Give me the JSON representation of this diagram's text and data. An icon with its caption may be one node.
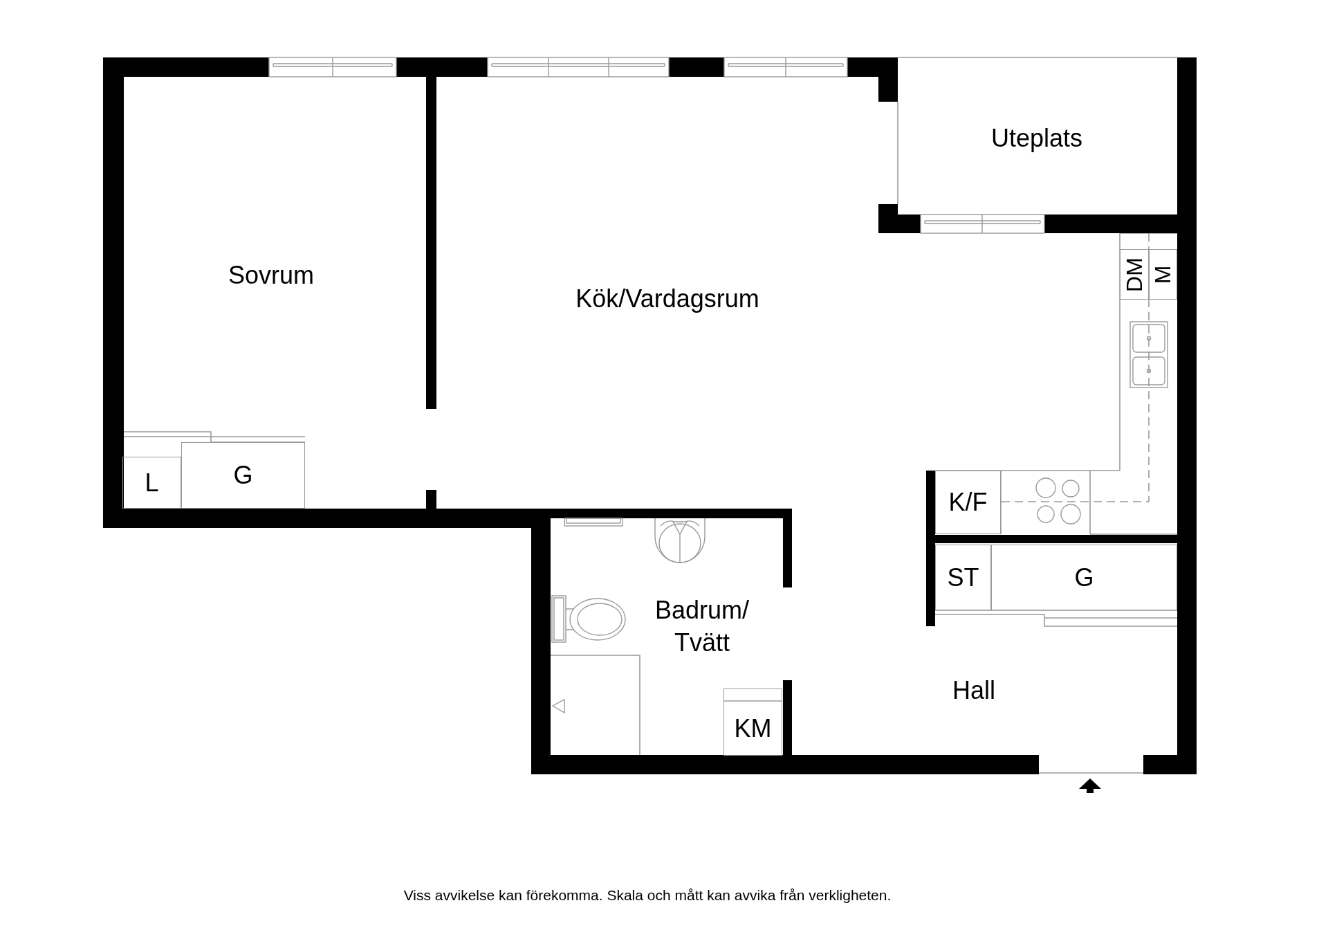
{
  "diagram": {
    "caption": "Viss avvikelse kan förekomma. Skala och mått kan avvika från verkligheten.",
    "nodes": [
      {
        "text": [
          "L"
        ]
      },
      {
        "text": [
          "G"
        ]
      },
      {
        "text": [
          "DM"
        ]
      },
      {
        "text": [
          "M"
        ]
      },
      {
        "text": [
          "K/F"
        ]
      },
      {
        "text": [
          "ST"
        ]
      },
      {
        "text": [
          "G"
        ]
      },
      {
        "text": [
          "KM"
        ]
      }
    ],
    "labels": [
      "Uteplats",
      "Sovrum",
      "Kök/Vardagsrum",
      "Badrum/ Tvätt",
      "Hall"
    ]
  }
}
